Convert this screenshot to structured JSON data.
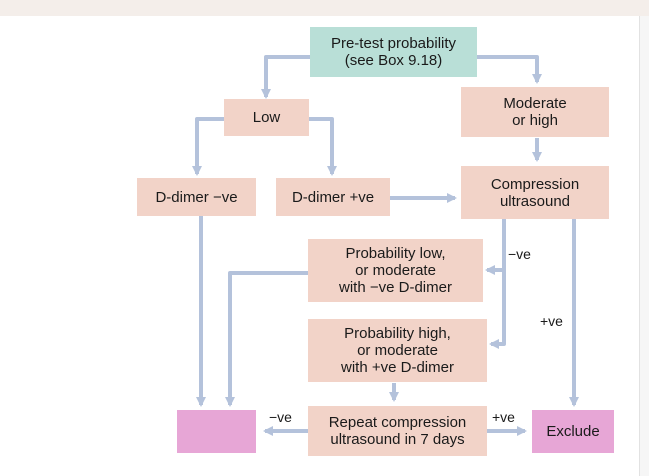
{
  "nodes": {
    "pretest": {
      "line1": "Pre-test probability",
      "line2": "(see Box 9.18)"
    },
    "low": {
      "text": "Low"
    },
    "moderate_high": {
      "line1": "Moderate",
      "line2": "or high"
    },
    "ddimer_neg": {
      "text": "D-dimer −ve"
    },
    "ddimer_pos": {
      "text": "D-dimer +ve"
    },
    "compression": {
      "line1": "Compression",
      "line2": "ultrasound"
    },
    "prob_low": {
      "line1": "Probability low,",
      "line2": "or moderate",
      "line3": "with −ve D-dimer"
    },
    "prob_high": {
      "line1": "Probability high,",
      "line2": "or moderate",
      "line3": "with +ve D-dimer"
    },
    "repeat": {
      "line1": "Repeat compression",
      "line2": "ultrasound in 7 days"
    },
    "exclude": {
      "text": "Exclude"
    },
    "treat": {
      "text": ""
    }
  },
  "edge_labels": {
    "compression_neg": "−ve",
    "compression_pos": "+ve",
    "repeat_neg": "−ve",
    "repeat_pos": "+ve"
  },
  "colors": {
    "connector": "#b4c2db",
    "salmon_box": "#f2d3c8",
    "teal_box": "#b9dfd7",
    "pink_box": "#e7a6d6"
  }
}
